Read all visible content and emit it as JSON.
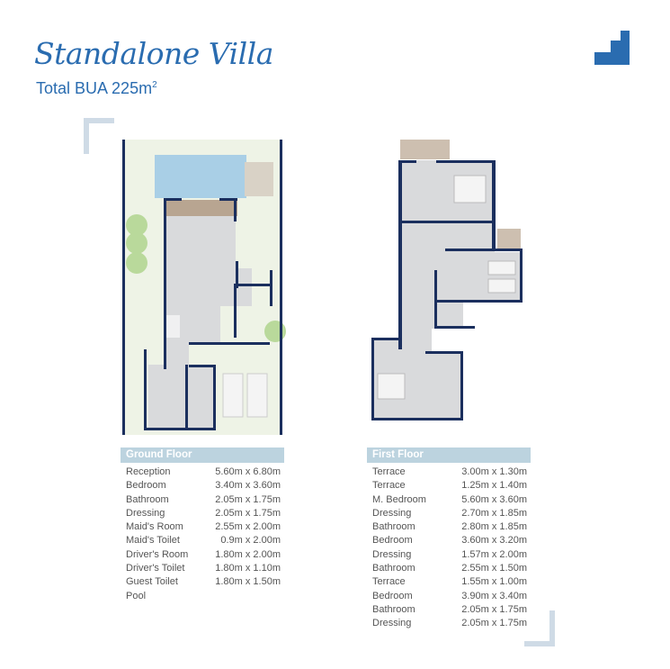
{
  "header": {
    "title": "Standalone Villa",
    "bua_label": "Total BUA 225m",
    "bua_sup": "2"
  },
  "logo": {
    "icon": "stairs-logo-icon",
    "color": "#2a6cb0"
  },
  "colors": {
    "accent": "#2a6cb0",
    "walls": "#1b2f5e",
    "table_header": "#bcd3df",
    "pool": "#a9cfe6",
    "floor": "#d9dadc"
  },
  "ground_floor": {
    "heading": "Ground Floor",
    "rows": [
      {
        "room": "Reception",
        "size": "5.60m x 6.80m"
      },
      {
        "room": "Bedroom",
        "size": "3.40m x 3.60m"
      },
      {
        "room": "Bathroom",
        "size": "2.05m x 1.75m"
      },
      {
        "room": "Dressing",
        "size": "2.05m x 1.75m"
      },
      {
        "room": "Maid's Room",
        "size": "2.55m x 2.00m"
      },
      {
        "room": "Maid's Toilet",
        "size": "0.9m x 2.00m"
      },
      {
        "room": "Driver's Room",
        "size": "1.80m x 2.00m"
      },
      {
        "room": "Driver's Toilet",
        "size": "1.80m x 1.10m"
      },
      {
        "room": "Guest Toilet",
        "size": "1.80m x 1.50m"
      },
      {
        "room": "Pool",
        "size": ""
      }
    ]
  },
  "first_floor": {
    "heading": "First Floor",
    "rows": [
      {
        "room": "Terrace",
        "size": "3.00m x 1.30m"
      },
      {
        "room": "Terrace",
        "size": "1.25m x 1.40m"
      },
      {
        "room": "M. Bedroom",
        "size": "5.60m x 3.60m"
      },
      {
        "room": "Dressing",
        "size": "2.70m x 1.85m"
      },
      {
        "room": "Bathroom",
        "size": "2.80m x 1.85m"
      },
      {
        "room": "Bedroom",
        "size": "3.60m x 3.20m"
      },
      {
        "room": "Dressing",
        "size": "1.57m x 2.00m"
      },
      {
        "room": "Bathroom",
        "size": "2.55m x 1.50m"
      },
      {
        "room": "Terrace",
        "size": "1.55m x 1.00m"
      },
      {
        "room": "Bedroom",
        "size": "3.90m x 3.40m"
      },
      {
        "room": "Bathroom",
        "size": "2.05m x 1.75m"
      },
      {
        "room": "Dressing",
        "size": "2.05m x 1.75m"
      }
    ]
  }
}
